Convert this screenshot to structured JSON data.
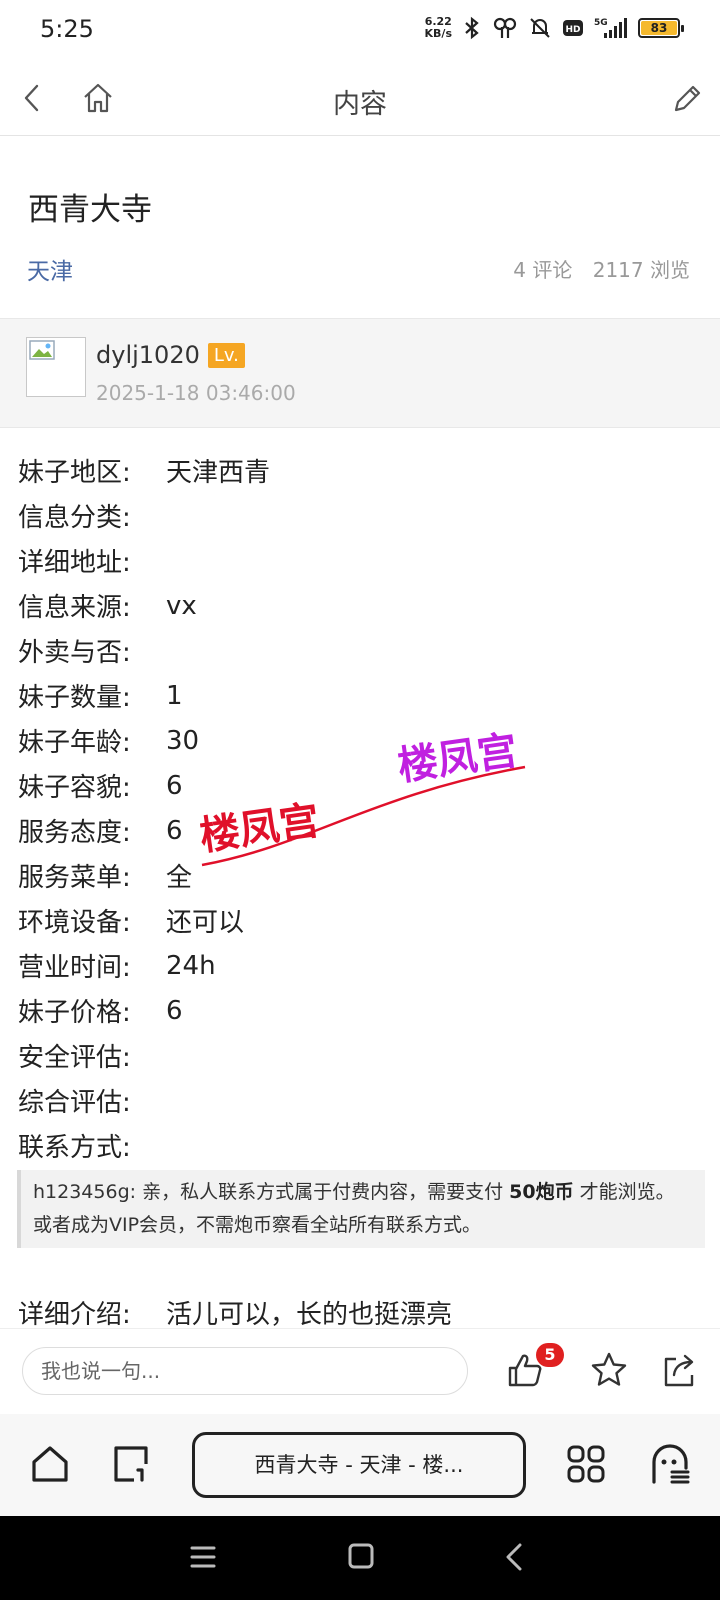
{
  "status": {
    "time": "5:25",
    "speed_value": "6.22",
    "speed_unit": "KB/s",
    "battery": "83"
  },
  "topbar": {
    "title": "内容",
    "back_icon": "back-arrow-icon",
    "home_icon": "home-icon",
    "edit_icon": "pencil-icon"
  },
  "article": {
    "title": "西青大寺",
    "city": "天津",
    "comments": "4 评论",
    "views": "2117 浏览"
  },
  "author": {
    "name": "dylj1020",
    "level_badge": "Lv.",
    "posted": "2025-1-18 03:46:00"
  },
  "fields": [
    {
      "label": "妹子地区:",
      "value": "天津西青"
    },
    {
      "label": "信息分类:",
      "value": ""
    },
    {
      "label": "详细地址:",
      "value": ""
    },
    {
      "label": "信息来源:",
      "value": "vx"
    },
    {
      "label": "外卖与否:",
      "value": ""
    },
    {
      "label": "妹子数量:",
      "value": "1"
    },
    {
      "label": "妹子年龄:",
      "value": "30"
    },
    {
      "label": "妹子容貌:",
      "value": "6"
    },
    {
      "label": "服务态度:",
      "value": "6"
    },
    {
      "label": "服务菜单:",
      "value": "全"
    },
    {
      "label": "环境设备:",
      "value": "还可以"
    },
    {
      "label": "营业时间:",
      "value": "24h"
    },
    {
      "label": "妹子价格:",
      "value": "6"
    },
    {
      "label": "安全评估:",
      "value": ""
    },
    {
      "label": "综合评估:",
      "value": ""
    },
    {
      "label": "联系方式:",
      "value": ""
    }
  ],
  "notice": {
    "prefix": "h123456g: 亲，私人联系方式属于付费内容，需要支付 ",
    "price": "50炮币",
    "suffix": " 才能浏览。或者成为VIP会员，不需炮币察看全站所有联系方式。"
  },
  "intro": {
    "label": "详细介绍:",
    "value": "活儿可以，长的也挺漂亮"
  },
  "watermark": {
    "text_left": "楼凤宫",
    "text_right": "楼凤宫",
    "color_left": "#e0102a",
    "color_right": "#c020e0"
  },
  "comment_bar": {
    "placeholder": "我也说一句...",
    "like_count": "5",
    "like_icon": "thumbs-up-icon",
    "star_icon": "star-icon",
    "share_icon": "share-icon"
  },
  "browser": {
    "url_text": "西青大寺 - 天津 - 楼...",
    "home_icon": "home-icon",
    "tabs_icon": "tabs-icon",
    "apps_icon": "grid-icon",
    "menu_icon": "ghost-menu-icon"
  },
  "colors": {
    "link": "#4a6aa5",
    "badge": "#f5a623",
    "like_badge": "#e02020"
  }
}
